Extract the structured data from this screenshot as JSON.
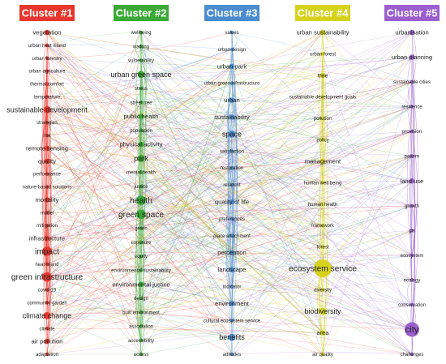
{
  "clusters": [
    {
      "id": "c1",
      "title": "Cluster #1",
      "color": "#e8362c",
      "terms": [
        {
          "label": "vegetation",
          "weight": 2
        },
        {
          "label": "urban heat island",
          "weight": 1
        },
        {
          "label": "urban forestry",
          "weight": 1
        },
        {
          "label": "urban agriculture",
          "weight": 1
        },
        {
          "label": "thermal comfort",
          "weight": 1
        },
        {
          "label": "temperature",
          "weight": 1
        },
        {
          "label": "sustainable development",
          "weight": 3
        },
        {
          "label": "strategies",
          "weight": 1
        },
        {
          "label": "risk",
          "weight": 1
        },
        {
          "label": "remote sensing",
          "weight": 2
        },
        {
          "label": "quality",
          "weight": 2
        },
        {
          "label": "performance",
          "weight": 1
        },
        {
          "label": "nature-based solutions",
          "weight": 1
        },
        {
          "label": "mortality",
          "weight": 2
        },
        {
          "label": "model",
          "weight": 1
        },
        {
          "label": "mitigation",
          "weight": 1
        },
        {
          "label": "infrastructure",
          "weight": 2
        },
        {
          "label": "impact",
          "weight": 4
        },
        {
          "label": "heat island",
          "weight": 1
        },
        {
          "label": "green infrastructure",
          "weight": 4
        },
        {
          "label": "covid-19",
          "weight": 1
        },
        {
          "label": "community garden",
          "weight": 1
        },
        {
          "label": "climate change",
          "weight": 3
        },
        {
          "label": "climate",
          "weight": 1
        },
        {
          "label": "air pollution",
          "weight": 2
        },
        {
          "label": "adaptation",
          "weight": 1
        }
      ]
    },
    {
      "id": "c2",
      "title": "Cluster #2",
      "color": "#3aa935",
      "terms": [
        {
          "label": "wellbeing",
          "weight": 1
        },
        {
          "label": "walking",
          "weight": 1
        },
        {
          "label": "vulnerability",
          "weight": 1
        },
        {
          "label": "urban green space",
          "weight": 3
        },
        {
          "label": "stress",
          "weight": 1
        },
        {
          "label": "street tree",
          "weight": 1
        },
        {
          "label": "public health",
          "weight": 2
        },
        {
          "label": "population",
          "weight": 1
        },
        {
          "label": "physical activity",
          "weight": 2
        },
        {
          "label": "park",
          "weight": 3
        },
        {
          "label": "mental health",
          "weight": 1
        },
        {
          "label": "justice",
          "weight": 1
        },
        {
          "label": "health",
          "weight": 4
        },
        {
          "label": "green space",
          "weight": 4
        },
        {
          "label": "green",
          "weight": 1
        },
        {
          "label": "exposure",
          "weight": 1
        },
        {
          "label": "equity",
          "weight": 1
        },
        {
          "label": "environmental sustainability",
          "weight": 1
        },
        {
          "label": "environmental justice",
          "weight": 2
        },
        {
          "label": "design",
          "weight": 1
        },
        {
          "label": "built environment",
          "weight": 1
        },
        {
          "label": "association",
          "weight": 1
        },
        {
          "label": "accessibility",
          "weight": 1
        },
        {
          "label": "access",
          "weight": 1
        }
      ]
    },
    {
      "id": "c3",
      "title": "Cluster #3",
      "color": "#4a8ccf",
      "terms": [
        {
          "label": "values",
          "weight": 1
        },
        {
          "label": "urban design",
          "weight": 1
        },
        {
          "label": "urban park",
          "weight": 2
        },
        {
          "label": "urban green infrastructure",
          "weight": 1
        },
        {
          "label": "urban",
          "weight": 2
        },
        {
          "label": "sustainability",
          "weight": 2
        },
        {
          "label": "space",
          "weight": 3
        },
        {
          "label": "satisfaction",
          "weight": 1
        },
        {
          "label": "restoration",
          "weight": 1
        },
        {
          "label": "resident",
          "weight": 1
        },
        {
          "label": "quality of life",
          "weight": 2
        },
        {
          "label": "preferences",
          "weight": 1
        },
        {
          "label": "place attachment",
          "weight": 1
        },
        {
          "label": "perception",
          "weight": 2
        },
        {
          "label": "landscape",
          "weight": 2
        },
        {
          "label": "indicator",
          "weight": 1
        },
        {
          "label": "environment",
          "weight": 2
        },
        {
          "label": "cultural ecosystem service",
          "weight": 1
        },
        {
          "label": "benefits",
          "weight": 3
        },
        {
          "label": "attitudes",
          "weight": 1
        }
      ]
    },
    {
      "id": "c4",
      "title": "Cluster #4",
      "color": "#d6d21c",
      "terms": [
        {
          "label": "urban sustainability",
          "weight": 2
        },
        {
          "label": "urban forest",
          "weight": 1
        },
        {
          "label": "tree",
          "weight": 2
        },
        {
          "label": "sustainable development goals",
          "weight": 1
        },
        {
          "label": "pollution",
          "weight": 1
        },
        {
          "label": "policy",
          "weight": 1
        },
        {
          "label": "management",
          "weight": 2
        },
        {
          "label": "human well being",
          "weight": 1
        },
        {
          "label": "human health",
          "weight": 1
        },
        {
          "label": "framework",
          "weight": 1
        },
        {
          "label": "forest",
          "weight": 1
        },
        {
          "label": "ecosystem service",
          "weight": 4
        },
        {
          "label": "diversity",
          "weight": 1
        },
        {
          "label": "biodiversity",
          "weight": 3
        },
        {
          "label": "area",
          "weight": 2
        },
        {
          "label": "air quality",
          "weight": 1
        }
      ]
    },
    {
      "id": "c5",
      "title": "Cluster #5",
      "color": "#9b5fcf",
      "terms": [
        {
          "label": "urbanisation",
          "weight": 2
        },
        {
          "label": "urban planning",
          "weight": 2
        },
        {
          "label": "sustainable cities",
          "weight": 1
        },
        {
          "label": "resilience",
          "weight": 1
        },
        {
          "label": "provision",
          "weight": 1
        },
        {
          "label": "pattern",
          "weight": 1
        },
        {
          "label": "land use",
          "weight": 2
        },
        {
          "label": "growth",
          "weight": 1
        },
        {
          "label": "gis",
          "weight": 1
        },
        {
          "label": "ecosystem",
          "weight": 1
        },
        {
          "label": "ecology",
          "weight": 1
        },
        {
          "label": "conservation",
          "weight": 1
        },
        {
          "label": "city",
          "weight": 5
        },
        {
          "label": "challenges",
          "weight": 1
        }
      ]
    }
  ]
}
